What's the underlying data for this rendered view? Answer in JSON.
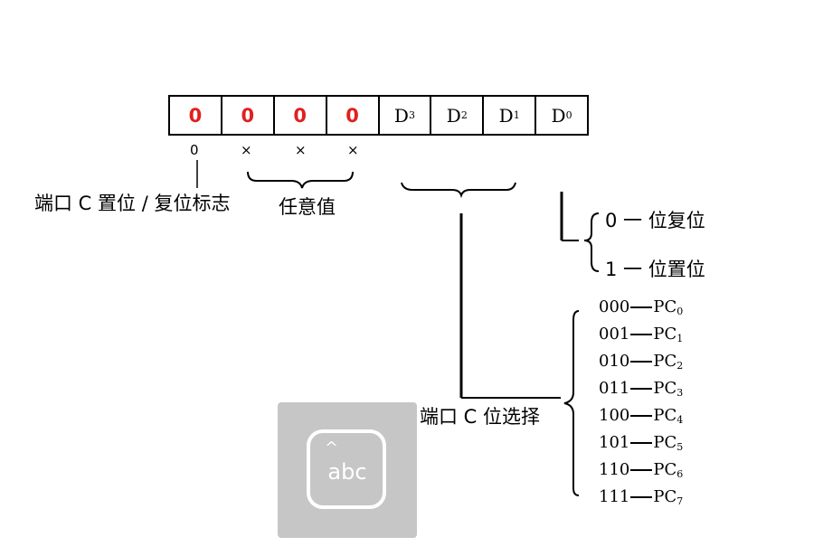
{
  "register": {
    "bits": [
      "0",
      "0",
      "0",
      "0",
      "D",
      "D",
      "D",
      "D"
    ],
    "subs": [
      "",
      "",
      "",
      "",
      "3",
      "2",
      "1",
      "0"
    ]
  },
  "marks": [
    "0",
    "×",
    "×",
    "×"
  ],
  "labels": {
    "flag": "端口 C 置位 / 复位标志",
    "arbitrary": "任意值",
    "bit_select": "端口 C 位选择",
    "reset": "0 一 位复位",
    "set": "1 一 位置位"
  },
  "pc_select": [
    {
      "code": "000",
      "pin": "PC",
      "n": "0"
    },
    {
      "code": "001",
      "pin": "PC",
      "n": "1"
    },
    {
      "code": "010",
      "pin": "PC",
      "n": "2"
    },
    {
      "code": "011",
      "pin": "PC",
      "n": "3"
    },
    {
      "code": "100",
      "pin": "PC",
      "n": "4"
    },
    {
      "code": "101",
      "pin": "PC",
      "n": "5"
    },
    {
      "code": "110",
      "pin": "PC",
      "n": "6"
    },
    {
      "code": "111",
      "pin": "PC",
      "n": "7"
    }
  ],
  "keyboard": {
    "icon": "keyboard-abc-icon",
    "text": "abc"
  },
  "colors": {
    "highlight": "#e02020",
    "overlay": "#c6c6c6"
  }
}
